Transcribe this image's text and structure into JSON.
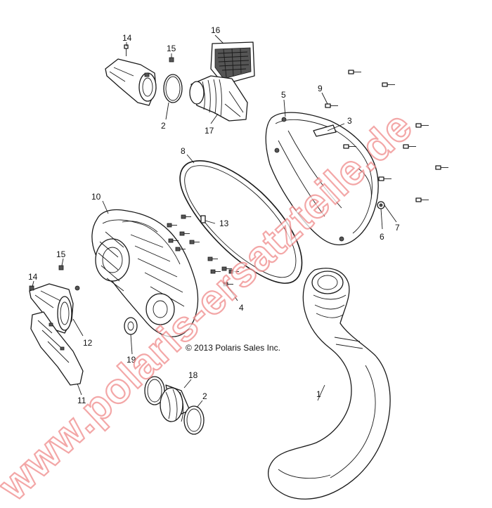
{
  "callouts": {
    "c1": "1",
    "c2a": "2",
    "c2b": "2",
    "c3": "3",
    "c4": "4",
    "c5": "5",
    "c6": "6",
    "c7": "7",
    "c8": "8",
    "c9": "9",
    "c10": "10",
    "c11": "11",
    "c12": "12",
    "c13": "13",
    "c14a": "14",
    "c14b": "14",
    "c15a": "15",
    "c15b": "15",
    "c16": "16",
    "c17": "17",
    "c18": "18",
    "c19": "19"
  },
  "copyright": "© 2013 Polaris Sales Inc.",
  "watermark": "www.polaris-ersatzteile.de",
  "colors": {
    "watermark_outline": "#f08a8a",
    "line": "#1a1a1a"
  }
}
